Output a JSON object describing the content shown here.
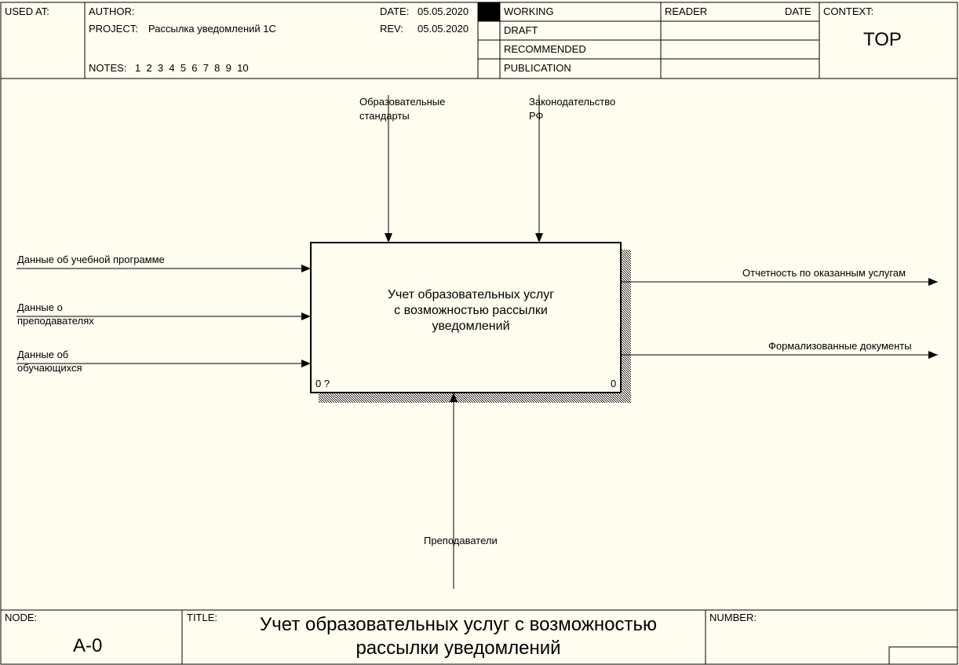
{
  "header": {
    "used_at_label": "USED AT:",
    "author_label": "AUTHOR:",
    "project_label": "PROJECT:",
    "project_value": "Рассылка уведомлений 1С",
    "notes_label": "NOTES:",
    "notes_value": "1  2  3  4  5  6  7  8  9  10",
    "date_label": "DATE:",
    "date_value": "05.05.2020",
    "rev_label": "REV:",
    "rev_value": "05.05.2020",
    "statuses": [
      "WORKING",
      "DRAFT",
      "RECOMMENDED",
      "PUBLICATION"
    ],
    "active_status": "WORKING",
    "reader_label": "READER",
    "reader_date_label": "DATE",
    "context_label": "CONTEXT:",
    "context_value": "TOP"
  },
  "diagram": {
    "activity": {
      "line1": "Учет образовательных услуг",
      "line2": "с возможностью рассылки",
      "line3": "уведомлений",
      "node_left": "0 ?",
      "node_right": "0"
    },
    "controls": [
      {
        "line1": "Образовательные",
        "line2": "стандарты"
      },
      {
        "line1": "Законодательство",
        "line2": "РФ"
      }
    ],
    "inputs": [
      {
        "line1": "Данные об учебной программе",
        "line2": ""
      },
      {
        "line1": "Данные о",
        "line2": "преподавателях"
      },
      {
        "line1": "Данные об",
        "line2": "обучающихся"
      }
    ],
    "outputs": [
      {
        "line1": "Отчетность по оказанным услугам"
      },
      {
        "line1": "Формализованные документы"
      }
    ],
    "mechanisms": [
      {
        "line1": "Преподаватели"
      }
    ]
  },
  "footer": {
    "node_label": "NODE:",
    "node_value": "A-0",
    "title_label": "TITLE:",
    "title_line1": "Учет образовательных услуг с возможностью",
    "title_line2": "рассылки уведомлений",
    "number_label": "NUMBER:"
  }
}
